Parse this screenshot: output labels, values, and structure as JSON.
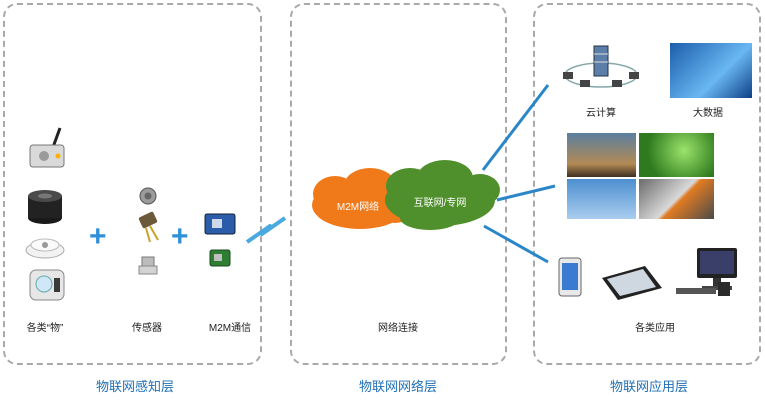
{
  "layers": {
    "perception": {
      "title": "物联网感知层",
      "items_label": "各类“物”",
      "sensors_label": "传感器",
      "m2m_label": "M2M通信"
    },
    "network": {
      "title": "物联网网络层",
      "cloud_m2m": "M2M网络",
      "cloud_internet": "互联网/专网",
      "caption": "网络连接"
    },
    "application": {
      "title": "物联网应用层",
      "cloud_computing": "云计算",
      "big_data": "大数据",
      "apps_label": "各类应用"
    }
  },
  "colors": {
    "accent_blue": "#1f6fb5",
    "plus_blue": "#2f8fd8",
    "cloud_orange": "#f07a1a",
    "cloud_green": "#4f8f2c",
    "line_blue": "#2a86c9"
  }
}
